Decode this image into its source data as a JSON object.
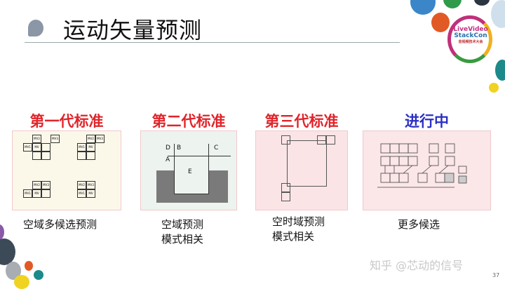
{
  "slide": {
    "title": "运动矢量预测",
    "page_number": "37",
    "watermark": "知乎 @芯动的信号"
  },
  "logo": {
    "line1": "LiveVideo",
    "line2": "StackCon",
    "line3": "音视频技术大会"
  },
  "columns": [
    {
      "heading": "第一代标准",
      "caption": [
        "空域多候选预测"
      ],
      "color": "#e0242a",
      "labels": {
        "mv1": "MV1",
        "mv2": "MV2",
        "mv3": "MV3",
        "mv": "MV"
      }
    },
    {
      "heading": "第二代标准",
      "caption": [
        "空域预测",
        "模式相关"
      ],
      "color": "#e0242a",
      "labels": {
        "a": "A",
        "b": "B",
        "c": "C",
        "d": "D",
        "e": "E"
      }
    },
    {
      "heading": "第三代标准",
      "caption": [
        "空时域预测",
        "模式相关"
      ],
      "color": "#e0242a"
    },
    {
      "heading": "进行中",
      "caption": [
        "更多候选"
      ],
      "color": "#2a2fc4"
    }
  ]
}
